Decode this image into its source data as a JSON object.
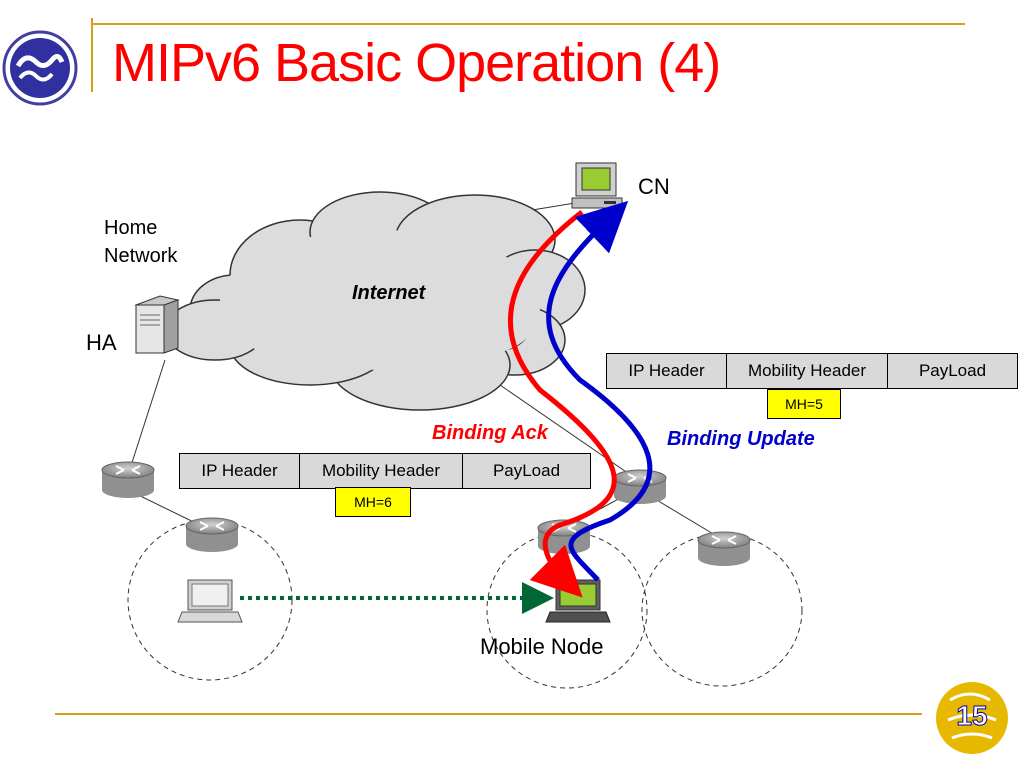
{
  "slide": {
    "title": "MIPv6 Basic Operation (4)",
    "page_number": "15"
  },
  "labels": {
    "cn": "CN",
    "home_network_line1": "Home",
    "home_network_line2": "Network",
    "ha": "HA",
    "internet": "Internet",
    "mobile_node": "Mobile Node",
    "binding_ack": "Binding Ack",
    "binding_update": "Binding Update"
  },
  "packets": {
    "update": {
      "cells": [
        "IP Header",
        "Mobility Header",
        "PayLoad"
      ],
      "mh": "MH=5"
    },
    "ack": {
      "cells": [
        "IP Header",
        "Mobility Header",
        "PayLoad"
      ],
      "mh": "MH=6"
    }
  },
  "colors": {
    "title": "#ff0000",
    "binding_ack": "#ff0000",
    "binding_update": "#0000cc",
    "move_arrow": "#006633",
    "highlight": "#ffff00",
    "accent_rule": "#d4a017"
  }
}
